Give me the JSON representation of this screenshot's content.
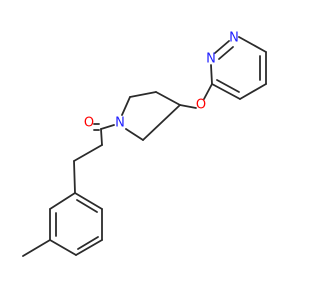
{
  "colors": {
    "bond": "#2b2b2b",
    "oxygen": "#ff0000",
    "nitrogen": "#1f1fff",
    "background": "#ffffff"
  },
  "atoms": {
    "pyridazine_n1": {
      "symbol": "N",
      "color": "nitrogen"
    },
    "pyridazine_n2": {
      "symbol": "N",
      "color": "nitrogen"
    },
    "ether_o": {
      "symbol": "O",
      "color": "oxygen"
    },
    "pyrrolidine_n": {
      "symbol": "N",
      "color": "nitrogen"
    },
    "carbonyl_o": {
      "symbol": "O",
      "color": "oxygen"
    }
  }
}
